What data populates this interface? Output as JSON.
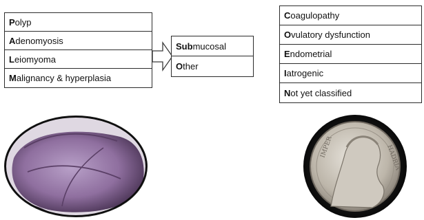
{
  "palm": {
    "items": [
      {
        "initial": "P",
        "rest": "olyp"
      },
      {
        "initial": "A",
        "rest": "denomyosis"
      },
      {
        "initial": "L",
        "rest": "eiomyoma"
      },
      {
        "initial": "M",
        "rest": "alignancy & hyperplasia"
      }
    ]
  },
  "leiomyoma_sub": {
    "items": [
      {
        "initial": "Sub",
        "rest": "mucosal"
      },
      {
        "initial": "O",
        "rest": "ther"
      }
    ]
  },
  "coein": {
    "items": [
      {
        "initial": "C",
        "rest": "oagulopathy"
      },
      {
        "initial": "O",
        "rest": "vulatory dysfunction"
      },
      {
        "initial": "E",
        "rest": "ndometrial"
      },
      {
        "initial": "I",
        "rest": "atrogenic"
      },
      {
        "initial": "N",
        "rest": "ot yet classified"
      }
    ]
  },
  "images": {
    "left": "palm-of-hand-photo",
    "right": "ancient-coin-photo"
  }
}
